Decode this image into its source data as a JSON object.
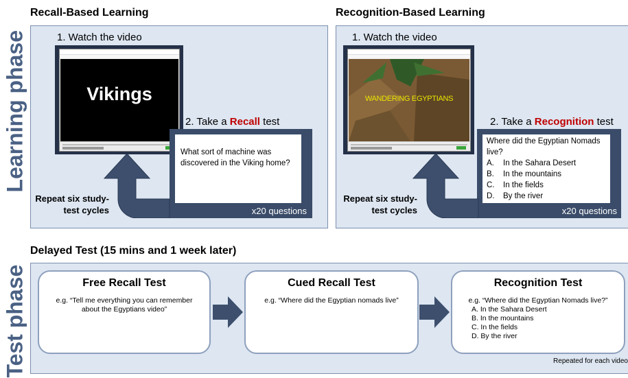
{
  "phases": {
    "learning": "Learning phase",
    "test": "Test phase"
  },
  "recall_panel": {
    "title": "Recall-Based Learning",
    "step1": "1. Watch the video",
    "video_text": "Vikings",
    "step2_prefix": "2. Take a",
    "step2_emphasis": "Recall",
    "step2_suffix": "test",
    "question": "What sort of machine was discovered in the Viking home?",
    "questions_count": "x20 questions",
    "repeat_line1": "Repeat six study-",
    "repeat_line2": "test cycles"
  },
  "recognition_panel": {
    "title": "Recognition-Based Learning",
    "step1": "1. Watch the video",
    "video_text": "WANDERING EGYPTIANS",
    "step2_prefix": "2. Take a",
    "step2_emphasis": "Recognition",
    "step2_suffix": "test",
    "question": "Where did the Egyptian Nomads live?",
    "options": [
      {
        "letter": "A.",
        "text": "In the Sahara Desert"
      },
      {
        "letter": "B.",
        "text": "In the mountains"
      },
      {
        "letter": "C.",
        "text": "In the fields"
      },
      {
        "letter": "D.",
        "text": "By the river"
      }
    ],
    "questions_count": "x20 questions",
    "repeat_line1": "Repeat six study-",
    "repeat_line2": "test cycles"
  },
  "delayed_test": {
    "title": "Delayed Test (15 mins and 1 week later)",
    "free_recall": {
      "title": "Free Recall Test",
      "line1": "e.g. “Tell me everything you can remember",
      "line2": "about the Egyptians video”"
    },
    "cued_recall": {
      "title": "Cued Recall Test",
      "line1": "e.g. “Where did the Egyptian nomads live”"
    },
    "recognition": {
      "title": "Recognition Test",
      "line1": "e.g. “Where did the Egyptian Nomads live?”",
      "options": [
        "A. In the Sahara Desert",
        "B. In the mountains",
        "C. In the fields",
        "D. By the river"
      ]
    },
    "footnote": "Repeated for each video"
  },
  "colors": {
    "panel_fill": "#dde6f1",
    "panel_border": "#7b8fae",
    "dark_frame": "#3a4c69",
    "arrow": "#3d4f6d",
    "phase_label": "#4a6184",
    "emphasis_red": "#c00000"
  }
}
